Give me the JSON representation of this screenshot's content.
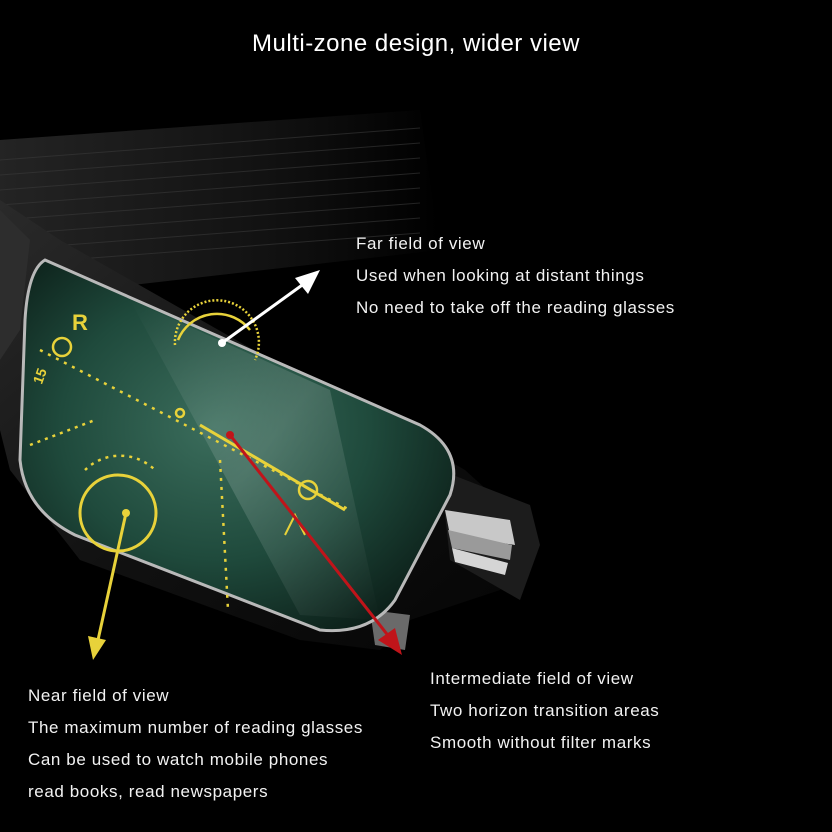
{
  "title": "Multi-zone design, wider view",
  "far_zone": {
    "lines": [
      "Far field of view",
      "Used when looking at distant things",
      "No need to take off the reading glasses"
    ]
  },
  "near_zone": {
    "lines": [
      "Near field of view",
      "The maximum number of reading glasses",
      "Can be used to watch mobile phones",
      "read books, read newspapers"
    ]
  },
  "intermediate_zone": {
    "lines": [
      "Intermediate field of view",
      "Two horizon transition areas",
      "Smooth without filter marks"
    ]
  },
  "lens_marks": [
    "R",
    "15"
  ],
  "colors": {
    "background": "#000000",
    "marking_yellow": "#e8d23a",
    "far_arrow": "#ffffff",
    "near_arrow": "#e8d23a",
    "intermediate_arrow": "#c0141a",
    "lens_tint": "#1f4a3c"
  }
}
